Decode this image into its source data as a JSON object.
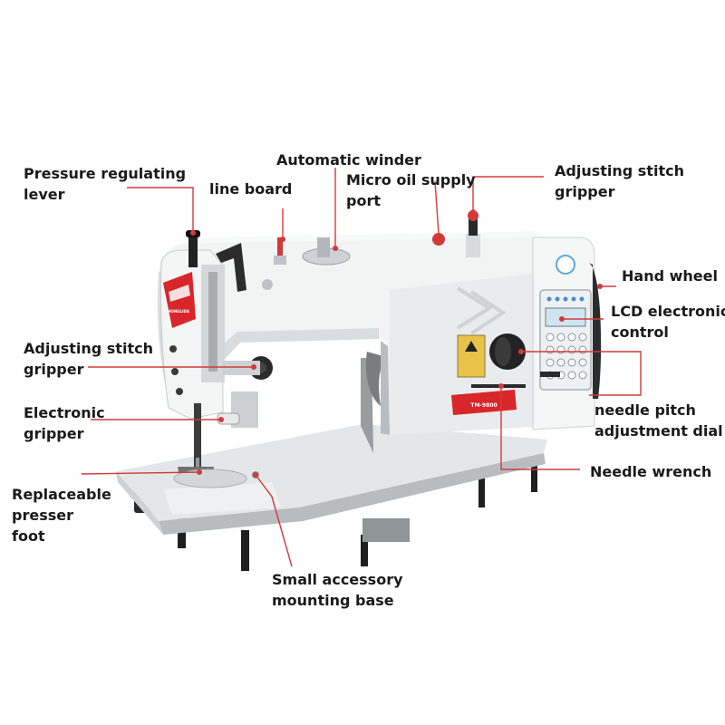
{
  "machine": {
    "badge_brand": "HONGLIDA",
    "model_plate": "TM-9800",
    "colors": {
      "body": "#f2f3f3",
      "shadow": "#c9cccd",
      "dark": "#2b2b2b",
      "accent_red": "#d8262b",
      "panel_blue": "#cfe6f2",
      "leader_red": "#d23a3a"
    }
  },
  "labels": {
    "pressure_regulating_lever": [
      "Pressure regulating",
      "lever"
    ],
    "line_board": [
      "line board"
    ],
    "automatic_winder": [
      "Automatic winder"
    ],
    "micro_oil_supply_port": [
      "Micro oil supply",
      "port"
    ],
    "adjusting_stitch_gripper_right": [
      "Adjusting stitch",
      "gripper"
    ],
    "hand_wheel": [
      "Hand wheel"
    ],
    "lcd_electronic_control": [
      "LCD electronic",
      "control"
    ],
    "adjusting_stitch_gripper_left": [
      "Adjusting stitch",
      "gripper"
    ],
    "electronic_gripper": [
      "Electronic",
      "gripper"
    ],
    "needle_pitch_adjustment_dial": [
      "needle pitch",
      "adjustment dial"
    ],
    "needle_wrench": [
      "Needle wrench"
    ],
    "replaceable_presser_foot": [
      "Replaceable",
      "presser",
      "foot"
    ],
    "small_accessory_mounting_base": [
      "Small accessory",
      "mounting base"
    ]
  }
}
